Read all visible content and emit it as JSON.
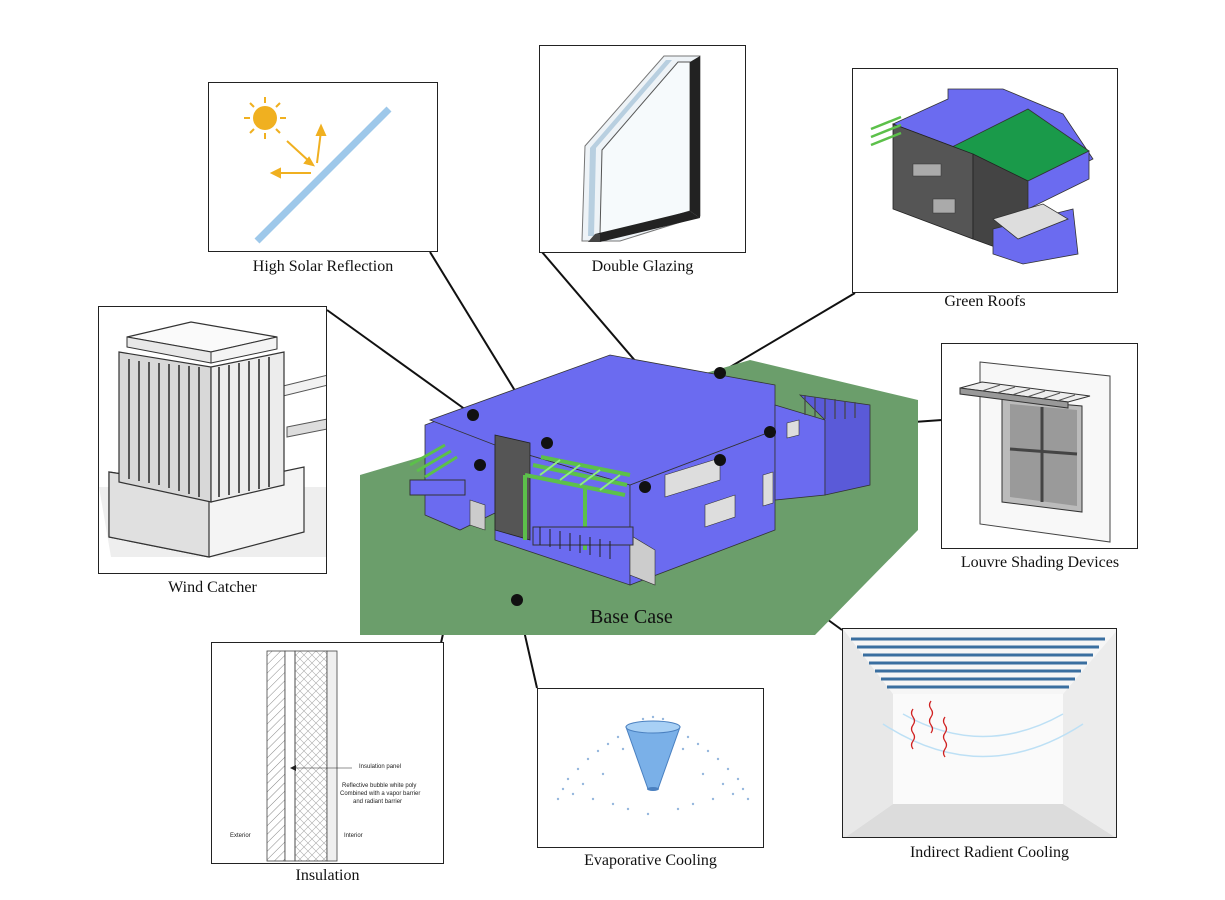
{
  "center": {
    "label": "Base Case"
  },
  "strategies": [
    {
      "id": "high-solar-reflection",
      "label": "High Solar Reflection"
    },
    {
      "id": "double-glazing",
      "label": "Double Glazing"
    },
    {
      "id": "green-roofs",
      "label": "Green Roofs"
    },
    {
      "id": "wind-catcher",
      "label": "Wind Catcher"
    },
    {
      "id": "louvre-shading",
      "label": "Louvre Shading Devices"
    },
    {
      "id": "insulation",
      "label": "Insulation"
    },
    {
      "id": "evaporative-cooling",
      "label": "Evaporative Cooling"
    },
    {
      "id": "indirect-radiant-cooling",
      "label": "Indirect Radient Cooling"
    }
  ],
  "insulation_detail": {
    "panel_label": "Insulation panel",
    "note_line1": "Reflective bubble white poly",
    "note_line2": "Combined with a vapor barrier",
    "note_line3": "and radiant barrier",
    "exterior": "Exterior",
    "interior": "Interior"
  },
  "colors": {
    "ground": "#6b9e6b",
    "building": "#6b6bf0",
    "roof_green": "#1a9a4a",
    "pergola": "#8ef07a",
    "sun": "#f0b020",
    "glass": "#a8c8e8"
  }
}
